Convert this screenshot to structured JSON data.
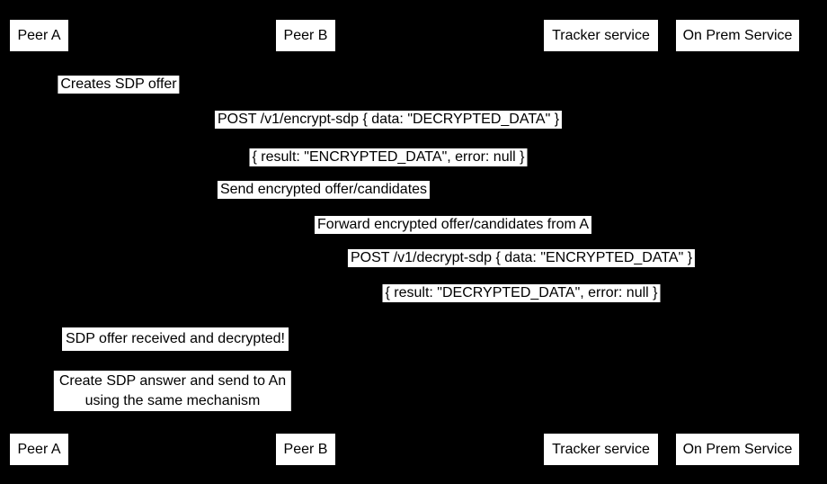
{
  "diagram": {
    "type": "sequence-diagram",
    "background_color": "#000000",
    "label_background_color": "#ffffff",
    "label_text_color": "#000000",
    "actors": [
      {
        "label": "Peer A"
      },
      {
        "label": "Peer B"
      },
      {
        "label": "Tracker service"
      },
      {
        "label": "On Prem Service"
      }
    ],
    "events": [
      {
        "type": "note",
        "label": "Creates SDP offer"
      },
      {
        "type": "message",
        "label": "POST /v1/encrypt-sdp { data: \"DECRYPTED_DATA\" }"
      },
      {
        "type": "message",
        "label": "{ result: \"ENCRYPTED_DATA\", error: null }"
      },
      {
        "type": "message",
        "label": "Send encrypted offer/candidates"
      },
      {
        "type": "message",
        "label": "Forward encrypted offer/candidates from A"
      },
      {
        "type": "message",
        "label": "POST /v1/decrypt-sdp { data: \"ENCRYPTED_DATA\" }"
      },
      {
        "type": "message",
        "label": "{ result: \"DECRYPTED_DATA\", error: null }"
      },
      {
        "type": "note",
        "label": "SDP offer received and decrypted!"
      },
      {
        "type": "note",
        "label": "Create SDP answer and send to An\nusing the same mechanism"
      }
    ]
  }
}
